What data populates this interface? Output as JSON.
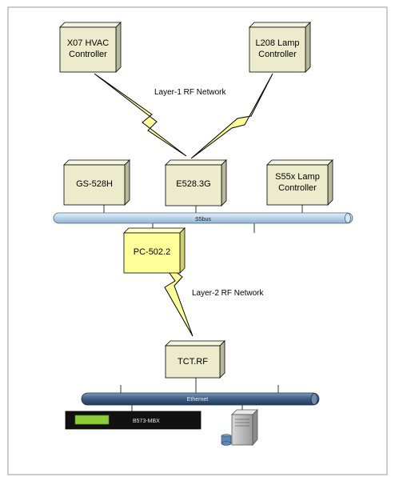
{
  "diagram": {
    "nodes": {
      "x07": {
        "line1": "X07 HVAC",
        "line2": "Controller"
      },
      "l208": {
        "line1": "L208 Lamp",
        "line2": "Controller"
      },
      "gs528h": {
        "label": "GS-528H"
      },
      "e528": {
        "label": "E528.3G"
      },
      "s55x": {
        "line1": "S55x Lamp",
        "line2": "Controller"
      },
      "pc502": {
        "label": "PC-502.2"
      },
      "tctrf": {
        "label": "TCT.RF"
      },
      "b573": {
        "label": "B573-MBX"
      }
    },
    "networks": {
      "layer1": "Layer-1 RF Network",
      "layer2": "Layer-2 RF Network"
    },
    "buses": {
      "s5bus": "S5bus",
      "ethernet": "Ethernet"
    }
  },
  "colors": {
    "box_front": "#ececcc",
    "box_top": "#f5f5e0",
    "box_side": "#b8b89a",
    "highlight_front": "#ffff99",
    "highlight_top": "#ffffcc",
    "highlight_side": "#d0d070",
    "s5bus": "#b9d3e8",
    "ethernet": "#3d5c82",
    "lightning": "#ffff99",
    "server_bar": "#8fcc3a"
  },
  "icons": {
    "server": "server-icon",
    "bolt": "lightning-bolt-icon"
  }
}
